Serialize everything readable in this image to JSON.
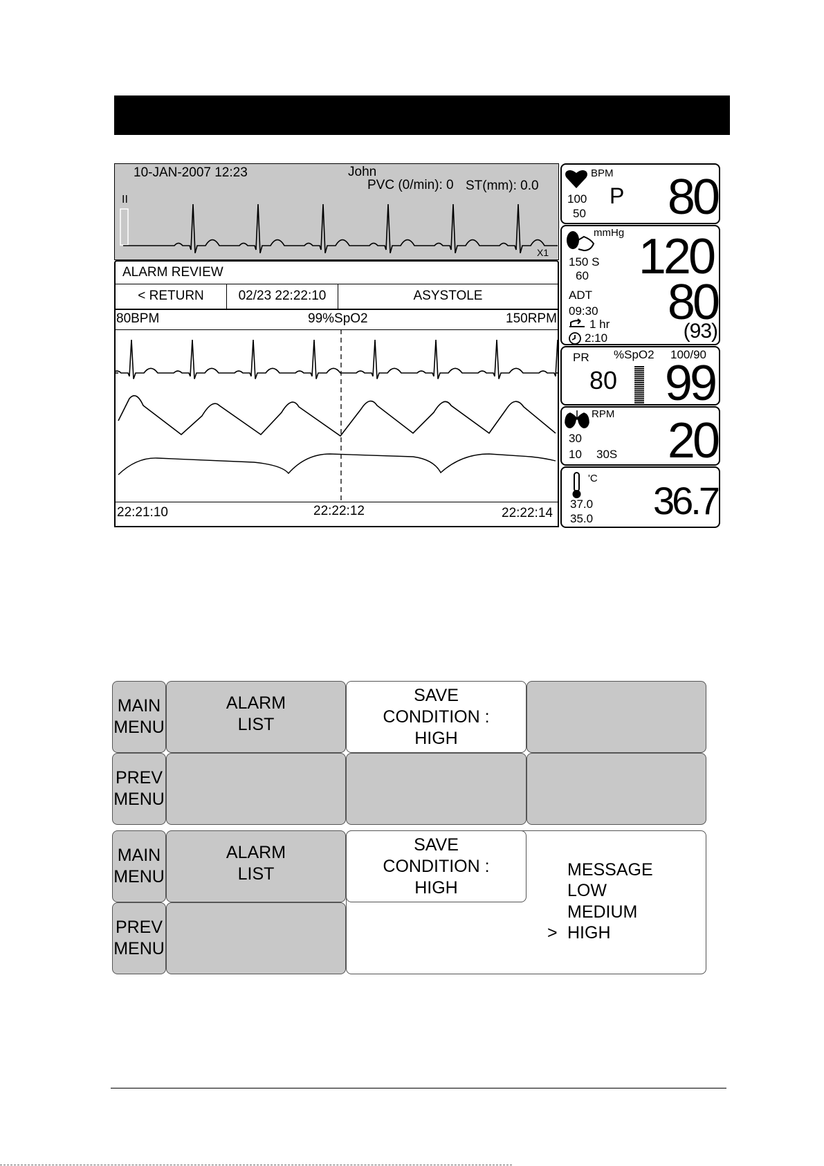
{
  "monitor": {
    "datetime": "10-JAN-2007 12:23",
    "patient": "John",
    "pvc": "PVC (0/min): 0",
    "st": "ST(mm):  0.0",
    "lead": "II",
    "gain": "X1"
  },
  "alarm_review": {
    "title": "ALARM REVIEW",
    "return_label": "< RETURN",
    "event_time": "02/23 22:22:10",
    "event_type": "ASYSTOLE",
    "hr_value": "80BPM",
    "spo2_value": "99%SpO2",
    "resp_value": "150RPM",
    "time_start": "22:21:10",
    "time_mid": "22:22:12",
    "time_end": "22:22:14"
  },
  "params": {
    "hr": {
      "unit": "BPM",
      "high": "100",
      "low": "50",
      "source": "P",
      "value": "80"
    },
    "nibp": {
      "unit": "mmHg",
      "high": "150 S",
      "low": "60",
      "mode": "ADT",
      "time": "09:30",
      "interval": "1 hr",
      "countdown": "2:10",
      "systolic": "120",
      "diastolic": "80",
      "mean": "(93)"
    },
    "spo2": {
      "pr_label": "PR",
      "unit": "%SpO2",
      "limits": "100/90",
      "pr_value": "80",
      "value": "99"
    },
    "resp": {
      "unit": "RPM",
      "high": "30",
      "low": "10",
      "apnea": "30S",
      "value": "20"
    },
    "temp": {
      "unit": "'C",
      "high": "37.0",
      "low": "35.0",
      "value": "36.7"
    }
  },
  "menu1": {
    "main_menu": "MAIN\nMENU",
    "alarm_list": "ALARM\nLIST",
    "save_condition": "SAVE\nCONDITION :\nHIGH",
    "prev_menu": "PREV\nMENU"
  },
  "menu2": {
    "main_menu": "MAIN\nMENU",
    "alarm_list": "ALARM\nLIST",
    "save_condition": "SAVE\nCONDITION :\nHIGH",
    "prev_menu": "PREV\nMENU",
    "options": [
      "MESSAGE",
      "LOW",
      "MEDIUM",
      "HIGH"
    ],
    "selected_marker": ">"
  },
  "colors": {
    "key_gray": "#c8c8c8",
    "black": "#000000"
  }
}
